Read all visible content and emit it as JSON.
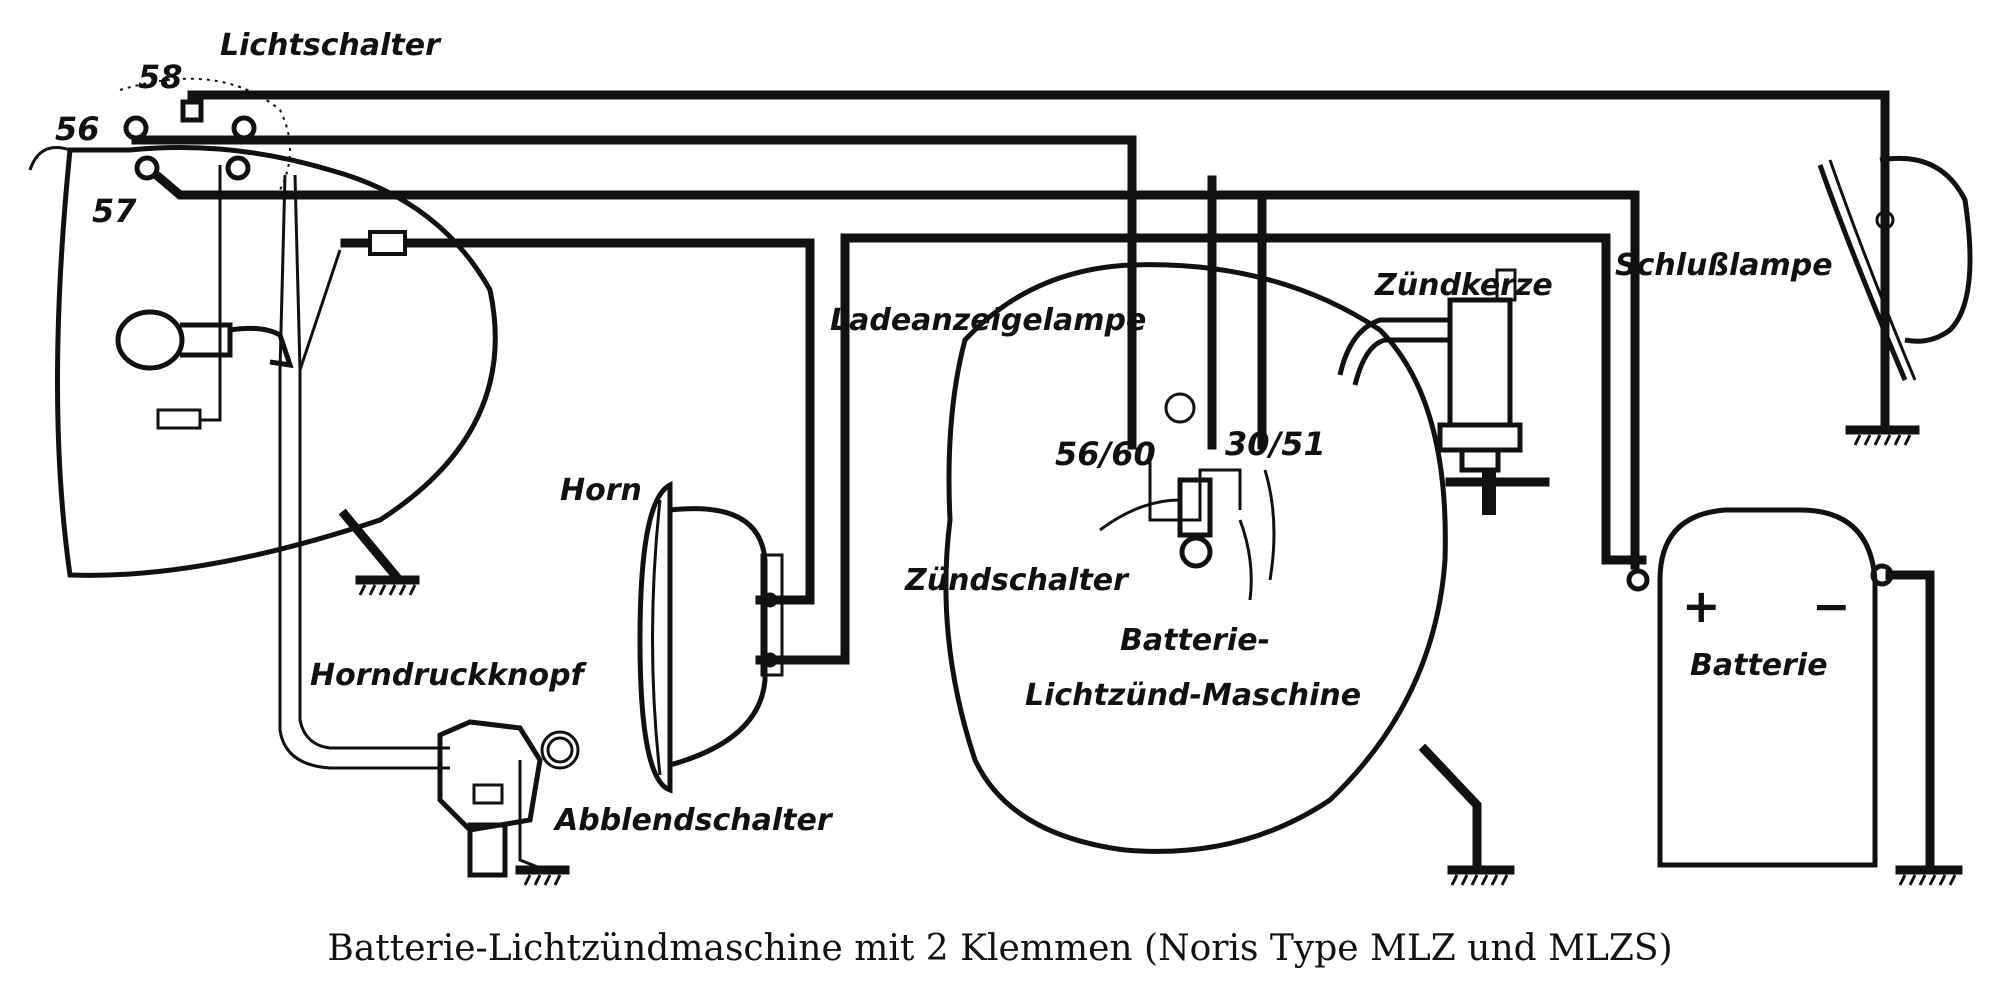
{
  "labels": {
    "lichtschalter": "Lichtschalter",
    "schlusslampe": "Schlußlampe",
    "zuendkerze": "Zündkerze",
    "ladeanzeigelampe": "Ladeanzeigelampe",
    "horn": "Horn",
    "zuendschalter": "Zündschalter",
    "maschine_line1": "Batterie-",
    "maschine_line2": "Lichtzünd-Maschine",
    "batterie": "Batterie",
    "horndruckknopf": "Horndruckknopf",
    "abblendschalter": "Abblendschalter"
  },
  "terminals": {
    "t58": "58",
    "t56": "56",
    "t57": "57",
    "t5660": "56/60",
    "t3051": "30/51",
    "plus": "+",
    "minus": "−"
  },
  "caption": "Batterie-Lichtzündmaschine mit 2 Klemmen (Noris Type MLZ und MLZS)"
}
